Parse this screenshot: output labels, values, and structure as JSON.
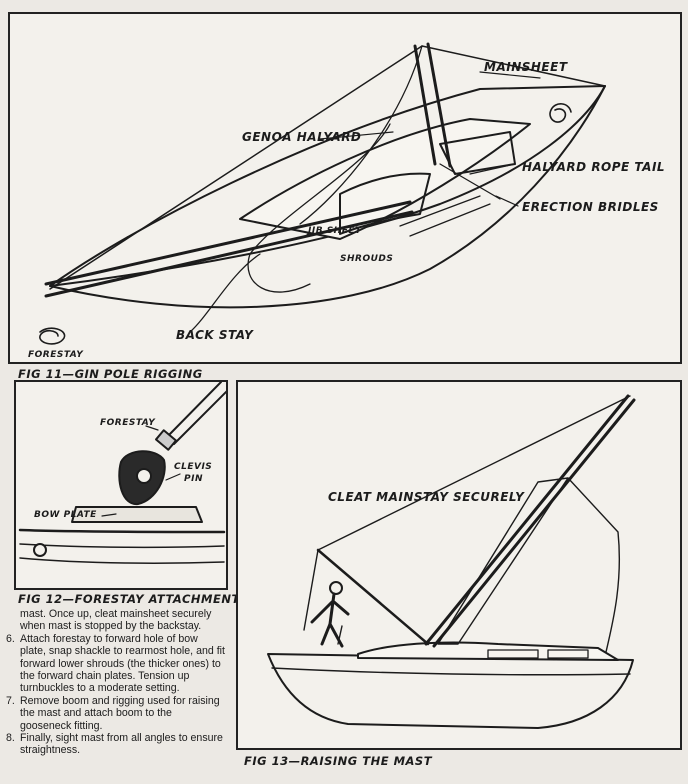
{
  "fig11": {
    "caption": "FIG 11—GIN POLE RIGGING",
    "labels": {
      "mainsheet": "MAINSHEET",
      "genoa_halyard": "GENOA HALYARD",
      "halyard_rope_tail": "HALYARD ROPE TAIL",
      "erection_bridles": "ERECTION BRIDLES",
      "jib_sheet": "JIB SHEET",
      "shrouds": "SHROUDS",
      "back_stay": "BACK STAY",
      "forestay": "FORESTAY"
    }
  },
  "fig12": {
    "caption": "FIG 12—FORESTAY ATTACHMENT",
    "labels": {
      "forestay": "FORESTAY",
      "clevis": "CLEVIS",
      "pin": "PIN",
      "bow_plate": "BOW PLATE"
    }
  },
  "fig13": {
    "caption": "FIG 13—RAISING THE MAST",
    "labels": {
      "cleat_mainstay": "CLEAT MAINSTAY SECURELY"
    }
  },
  "text": {
    "lead": "mast. Once up, cleat mainsheet securely when mast is stopped by the backstay.",
    "items": [
      {
        "num": "6.",
        "text": "Attach forestay to forward hole of bow plate, snap shackle to rearmost hole, and fit forward lower shrouds (the thicker ones) to the forward chain plates. Tension up turnbuckles to a moderate setting."
      },
      {
        "num": "7.",
        "text": "Remove boom and rigging used for raising the mast and attach boom to the gooseneck fitting."
      },
      {
        "num": "8.",
        "text": "Finally, sight mast from all angles to ensure straightness."
      }
    ]
  }
}
